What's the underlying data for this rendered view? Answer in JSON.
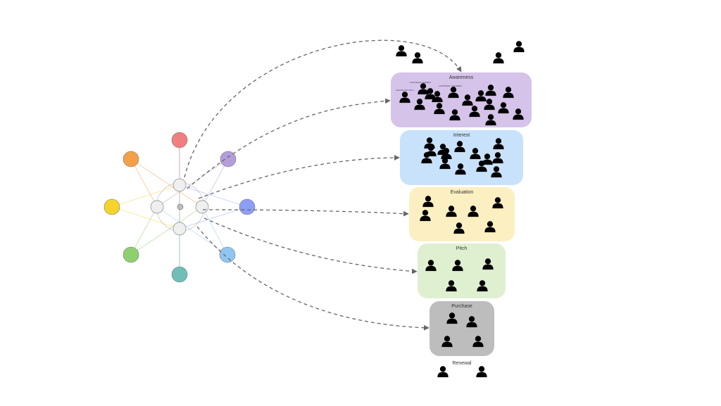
{
  "funnel": {
    "stages": [
      {
        "label": "Awareness",
        "color": "#d5c3ea",
        "persons": 21
      },
      {
        "label": "Interest",
        "color": "#c9e2fb",
        "persons": 14
      },
      {
        "label": "Evaluation",
        "color": "#fcefc2",
        "persons": 7
      },
      {
        "label": "Pitch",
        "color": "#dff0d0",
        "persons": 5
      },
      {
        "label": "Purchase",
        "color": "#bdbdbd",
        "persons": 4
      }
    ],
    "renewal_label": "Renewal",
    "awareness_notes": [
      "Lead Status: Qualified",
      "Lead Status: Unqualified",
      "Lead Source: Form"
    ]
  },
  "network": {
    "outer_nodes": [
      {
        "name": "red",
        "color": "#f08080"
      },
      {
        "name": "purple",
        "color": "#b39ddb"
      },
      {
        "name": "blue",
        "color": "#8c9ef5"
      },
      {
        "name": "light-blue",
        "color": "#90c6f2"
      },
      {
        "name": "teal",
        "color": "#6fbfb8"
      },
      {
        "name": "green",
        "color": "#8fcf6f"
      },
      {
        "name": "yellow",
        "color": "#f5d32a"
      },
      {
        "name": "orange",
        "color": "#f4a04a"
      }
    ],
    "inner_nodes": 4
  },
  "colors": {
    "arrow": "#666666",
    "person": "#000000",
    "inner_node_fill": "#efefef"
  }
}
